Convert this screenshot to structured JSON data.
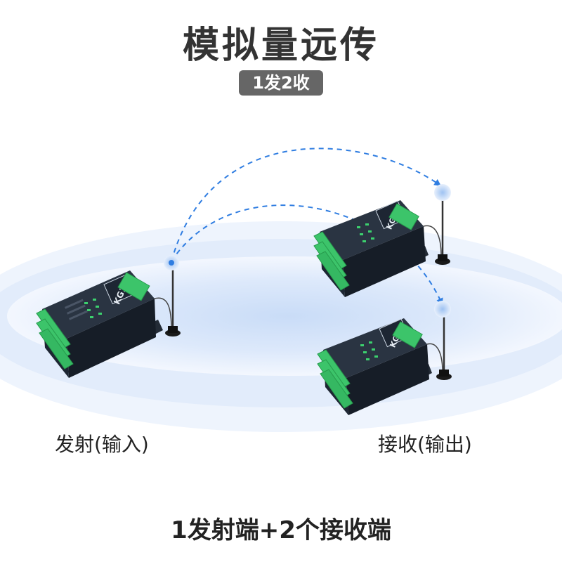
{
  "title": "模拟量远传",
  "badge": "1发2收",
  "device_model": "KG10",
  "labels": {
    "transmitter": "发射(输入)",
    "receiver": "接收(输出)"
  },
  "footer": "1发射端+2个接收端",
  "colors": {
    "title": "#333333",
    "badge_bg": "#666666",
    "signal": "#2f7de1",
    "halo": "#dbe8fb",
    "device_body": "#1d2633",
    "terminal": "#3cc46a"
  }
}
